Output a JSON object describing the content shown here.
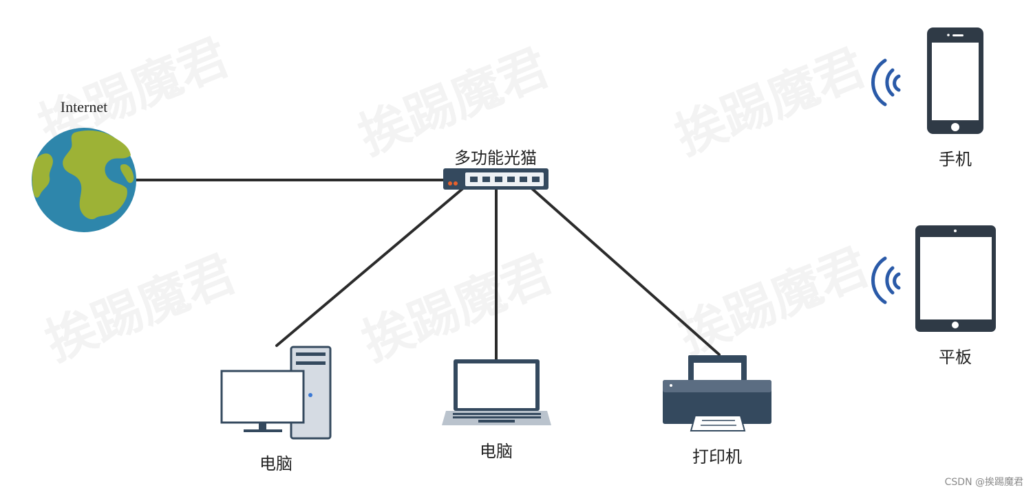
{
  "nodes": {
    "internet": {
      "label": "Internet"
    },
    "modem": {
      "label": "多功能光猫"
    },
    "phone": {
      "label": "手机"
    },
    "tablet": {
      "label": "平板"
    },
    "desktop": {
      "label": "电脑"
    },
    "laptop": {
      "label": "电脑"
    },
    "printer": {
      "label": "打印机"
    }
  },
  "watermark": {
    "text": "挨踢魔君"
  },
  "footer": {
    "text": "CSDN @挨踢魔君"
  },
  "colors": {
    "line": "#2b2b2b",
    "device_dark": "#34495e",
    "globe_ocean": "#2e86ab",
    "globe_land": "#9db236",
    "wifi": "#2a5aa8",
    "port_orange": "#e8612c"
  }
}
